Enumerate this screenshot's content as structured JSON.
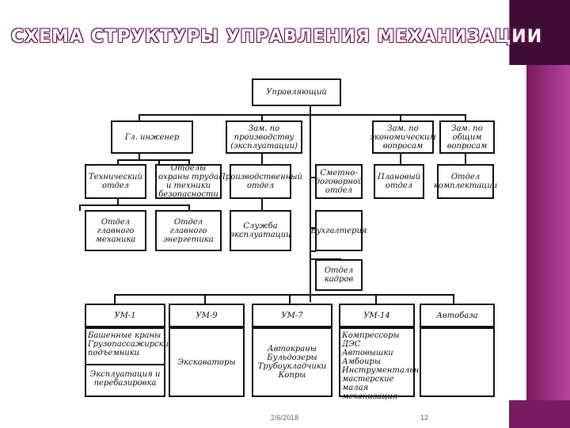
{
  "slide": {
    "title": "СХЕМА СТРУКТУРЫ УПРАВЛЕНИЯ МЕХАНИЗАЦИИ",
    "date": "2/6/2018",
    "page": "12",
    "colors": {
      "accent_dark": "#3d0c34",
      "accent": "#7a1a62",
      "accent_light": "#b5439a"
    }
  },
  "diagram": {
    "manager": "Управляющий",
    "level2": {
      "chief_engineer": "Гл. инженер",
      "deputy_production": "Зам. по производству (эксплуатации)",
      "deputy_economic": "Зам. по экономическим вопросам",
      "deputy_general": "Зам. по общим вопросам"
    },
    "level3": {
      "technical_dept": "Технический отдел",
      "safety_dept": "Отделы охраны труда и техники безопасности",
      "production_dept": "Производственный отдел",
      "estimate_dept": "Сметно-договорной отдел",
      "planning_dept": "Плановый отдел",
      "procurement_dept": "Отдел комплектации"
    },
    "level4": {
      "chief_mechanic_dept": "Отдел главного механика",
      "chief_power_dept": "Отдел главного энергетика",
      "operation_service": "Служба эксплуатации",
      "accounting": "Бухгалтерия",
      "hr_dept": "Отдел кадров"
    },
    "units": [
      {
        "header": "УМ-1",
        "items": [
          "Башенные краны",
          "Грузопассажирские подъемники"
        ],
        "extra": "Эксплуатация и перебазировка"
      },
      {
        "header": "УМ-9",
        "items": [
          "Экскаваторы"
        ]
      },
      {
        "header": "УМ-7",
        "items": [
          "Автокраны",
          "Бульдозеры",
          "Трубоукладчики",
          "Копры"
        ]
      },
      {
        "header": "УМ-14",
        "items": [
          "Компрессоры",
          "ДЭС",
          "Автовышки",
          "Амбоиры",
          "Инструментальные мастерские",
          "малая механизация"
        ]
      },
      {
        "header": "Автобаза",
        "items": []
      }
    ]
  }
}
